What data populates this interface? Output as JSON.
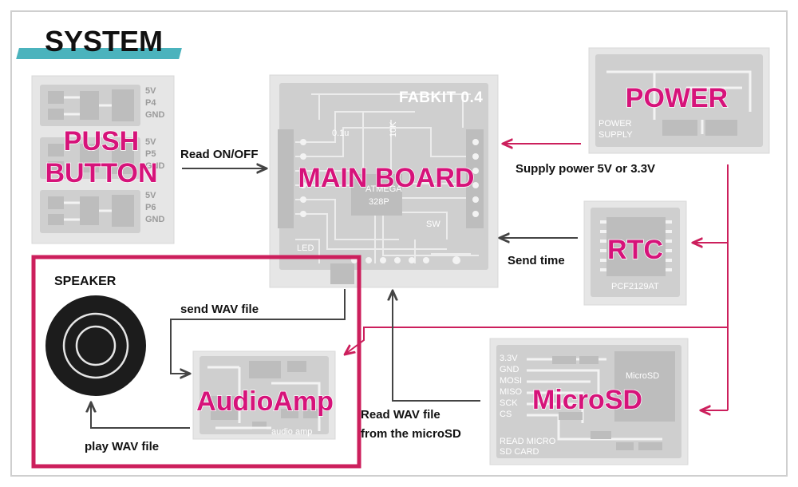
{
  "title": "SYSTEM",
  "blocks": {
    "push_button": {
      "label_line1": "PUSH",
      "label_line2": "BUTTON",
      "pins": [
        [
          "5V",
          "P4",
          "GND"
        ],
        [
          "5V",
          "P5",
          "GND"
        ],
        [
          "5V",
          "P6",
          "GND"
        ]
      ]
    },
    "main_board": {
      "label": "MAIN BOARD",
      "silk_title": "FABKIT 0.4",
      "silk_chip1": "ATMEGA",
      "silk_chip2": "328P",
      "silk_sw": "SW",
      "silk_led": "LED",
      "silk_10k": "10K",
      "silk_0_1u": "0.1u"
    },
    "power": {
      "label": "POWER",
      "silk_line1": "POWER",
      "silk_line2": "SUPPLY"
    },
    "rtc": {
      "label": "RTC",
      "silk_chip": "PCF2129AT"
    },
    "audio_amp": {
      "label": "AudioAmp",
      "silk_text": "audio amp"
    },
    "microsd": {
      "label": "MicroSD",
      "silk_pins": [
        "3.3V",
        "GND",
        "MOSI",
        "MISO",
        "SCK",
        "CS"
      ],
      "silk_line1": "READ MICRO",
      "silk_line2": "SD CARD",
      "silk_socket": "MicroSD"
    },
    "speaker": {
      "label": "SPEAKER"
    }
  },
  "connections": {
    "read_onoff": "Read ON/OFF",
    "supply_power": "Supply power 5V or 3.3V",
    "send_time": "Send time",
    "send_wav": "send WAV file",
    "read_wav_line1": "Read WAV file",
    "read_wav_line2": "from the microSD",
    "play_wav": "play WAV file"
  },
  "colors": {
    "accent_pink": "#d6137a",
    "arrow_pink": "#cc1f5c",
    "title_underline": "#4bb3bd",
    "arrow_gray": "#444444"
  }
}
